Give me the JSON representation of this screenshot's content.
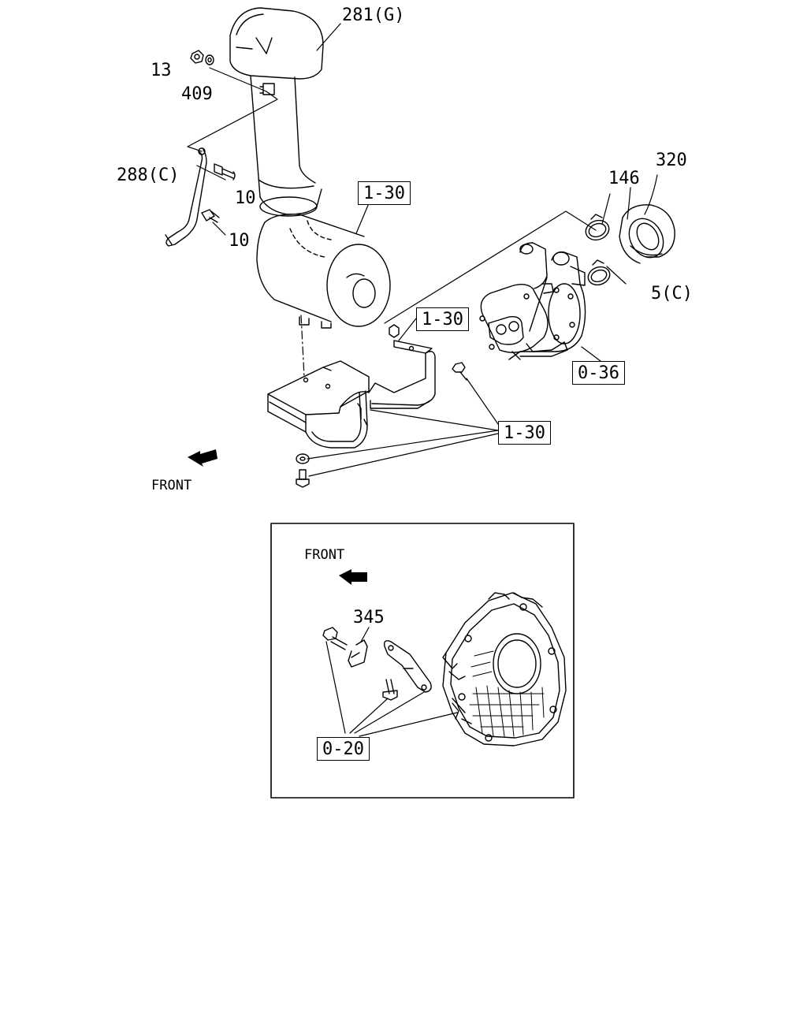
{
  "labels": {
    "p281": "281(G)",
    "p13": "13",
    "p409": "409",
    "p288": "288(C)",
    "p10a": "10",
    "p10b": "10",
    "p320": "320",
    "p146": "146",
    "p5c": "5(C)",
    "p345": "345"
  },
  "refs": {
    "r130a": "1-30",
    "r130b": "1-30",
    "r130c": "1-30",
    "r036": "0-36",
    "r020": "0-20"
  },
  "front": {
    "top": "FRONT",
    "inset": "FRONT"
  }
}
